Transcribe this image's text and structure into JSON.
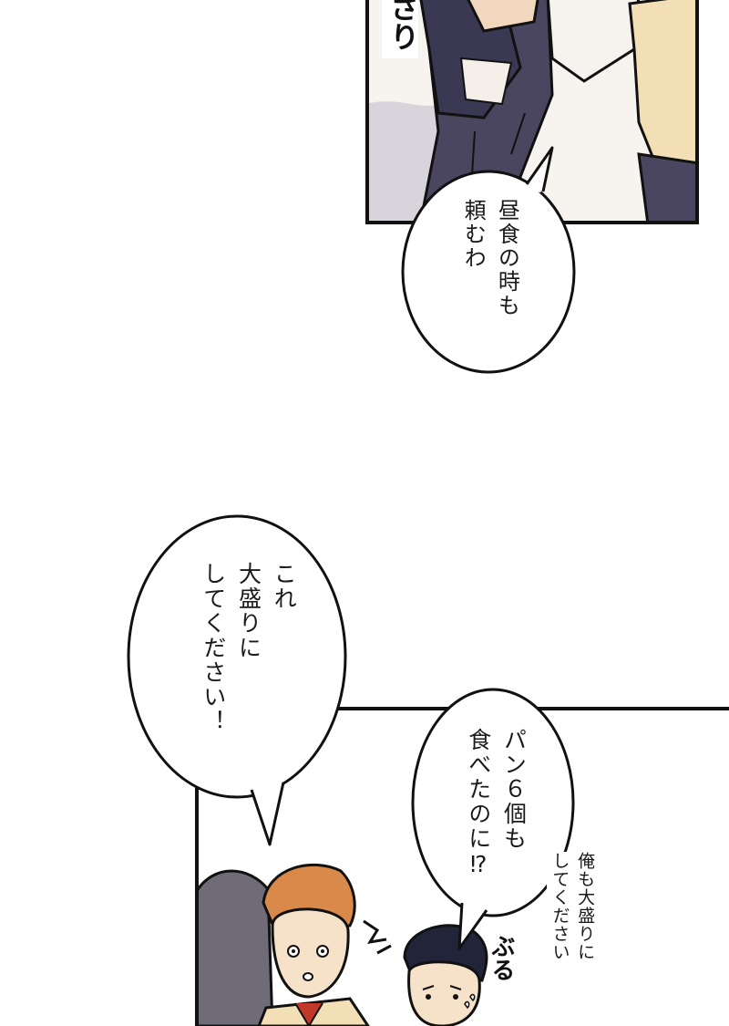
{
  "panel_top": {
    "sfx": "さり"
  },
  "bubble_1": {
    "text": "昼食の時も\n頼むわ"
  },
  "bubble_2": {
    "text": "これ\n大盛りに\nしてください！"
  },
  "panel_bottom": {
    "bubble_3": {
      "text": "パン６個も\n食べたのに⁉"
    },
    "aside_text": "俺も大盛りに\nしてください",
    "sfx": "ぶる"
  },
  "colors": {
    "ink": "#111111",
    "paper": "#ffffff",
    "shadow_purple": "#4a4660",
    "skin": "#f6e2c8",
    "sweater": "#f3dfb6",
    "hair_orange": "#d98a4a",
    "hair_dark": "#22243a",
    "rock_gray": "#6f6c78"
  }
}
